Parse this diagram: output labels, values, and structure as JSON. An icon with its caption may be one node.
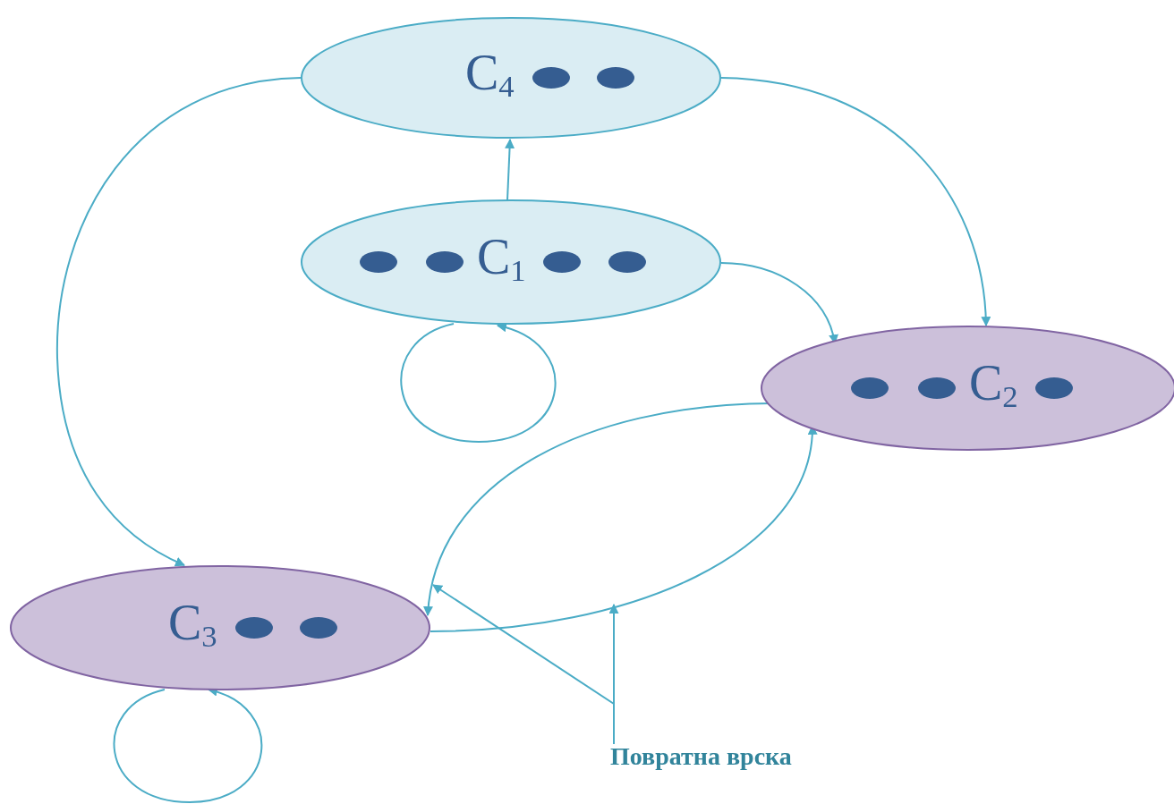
{
  "diagram": {
    "nodes": [
      {
        "text": [
          "C$_{4}$"
        ]
      },
      {
        "text": [
          "C$_{1}$"
        ]
      },
      {
        "text": [
          "C$_{2}$"
        ]
      },
      {
        "text": [
          "C$_{3}$"
        ]
      },
      {
        "text": [
          "Повратна врска"
        ]
      }
    ],
    "edges": [
      {
        "from": 1,
        "to": 0,
        "arrow": "to"
      },
      {
        "from": 0,
        "to": 2,
        "arrow": "to"
      },
      {
        "from": 0,
        "to": 3,
        "arrow": "to"
      },
      {
        "from": 1,
        "to": 2,
        "arrow": "to"
      },
      {
        "from": 1,
        "to": 1,
        "arrow": "to"
      },
      {
        "from": 2,
        "to": 3,
        "arrow": "to"
      },
      {
        "from": 3,
        "to": 2,
        "arrow": "to"
      },
      {
        "from": 3,
        "to": 3,
        "arrow": "to"
      },
      {
        "from": 4,
        "to": null,
        "arrow": "to"
      },
      {
        "from": 4,
        "to": 3,
        "arrow": "to"
      }
    ]
  }
}
